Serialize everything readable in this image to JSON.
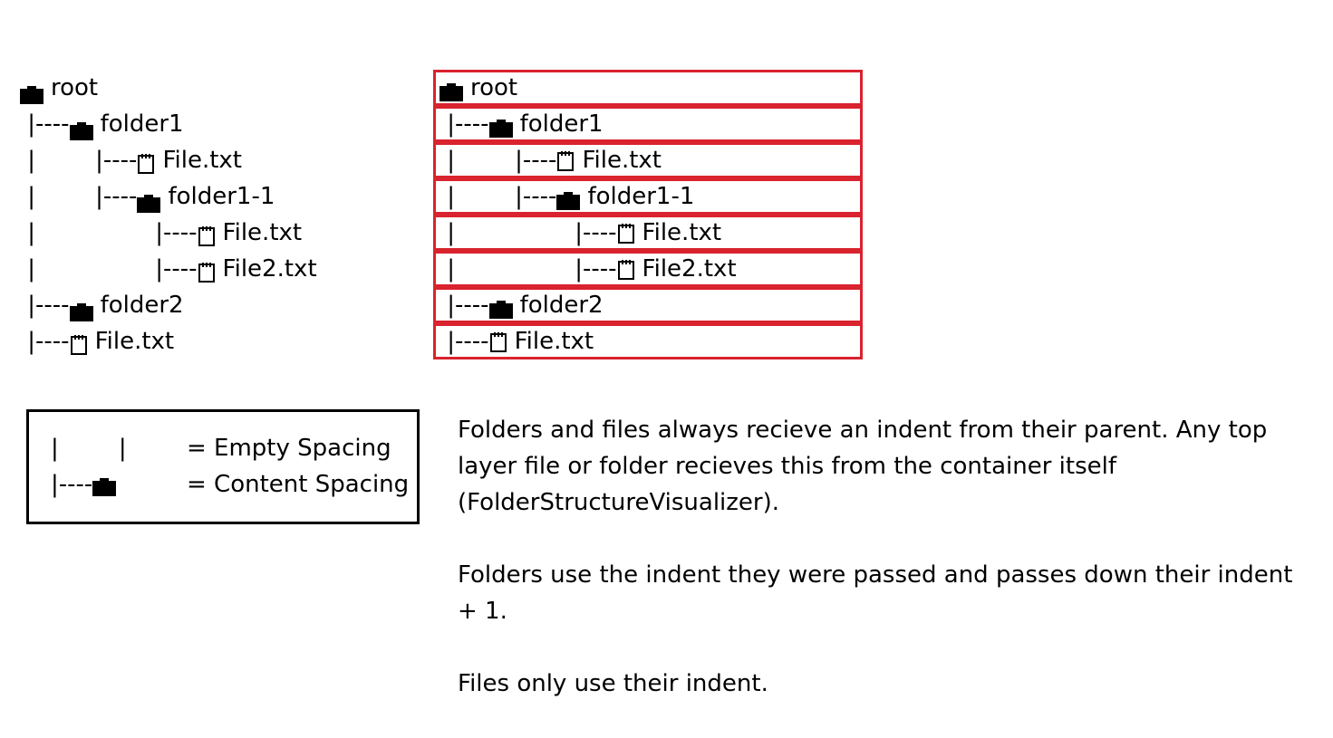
{
  "tree": [
    {
      "prefix": "",
      "icon": "folder-icon",
      "label": "root",
      "level": 0
    },
    {
      "prefix": " |----",
      "icon": "folder-icon",
      "label": "folder1",
      "level": 1
    },
    {
      "prefix": " |        |----",
      "icon": "file-icon",
      "label": "File.txt",
      "level": 2
    },
    {
      "prefix": " |        |----",
      "icon": "folder-icon",
      "label": "folder1-1",
      "level": 2
    },
    {
      "prefix": " |                |----",
      "icon": "file-icon",
      "label": "File.txt",
      "level": 3
    },
    {
      "prefix": " |                |----",
      "icon": "file-icon",
      "label": "File2.txt",
      "level": 3
    },
    {
      "prefix": " |----",
      "icon": "folder-icon",
      "label": "folder2",
      "level": 1
    },
    {
      "prefix": " |----",
      "icon": "file-icon",
      "label": "File.txt",
      "level": 1
    }
  ],
  "legend": {
    "empty_symbol": "|        |",
    "empty_label": "= Empty Spacing",
    "content_symbol": "|----",
    "content_label": "= Content Spacing"
  },
  "explanation": [
    "Folders and files always recieve an indent from their parent. Any top layer file or folder recieves this from the container itself (FolderStructureVisualizer).",
    "Folders use the indent they were passed and passes down their indent + 1.",
    "Files only use their indent."
  ],
  "colors": {
    "highlight_border": "#d9232e",
    "text": "#000000",
    "background": "#ffffff"
  }
}
